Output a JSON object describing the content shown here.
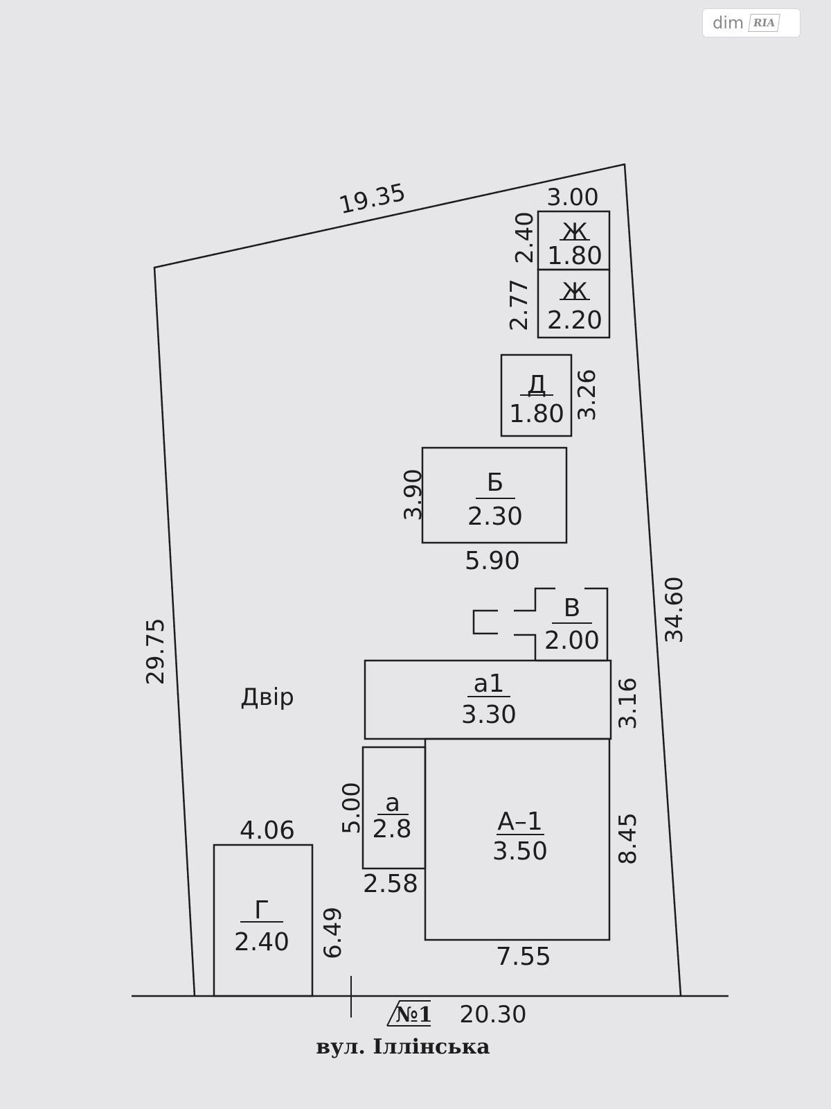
{
  "watermark": {
    "brand": "dim",
    "badge": "RIA"
  },
  "plot": {
    "yard_label": "Двір",
    "dimensions": {
      "top": "19.35",
      "left": "29.75",
      "right": "34.60",
      "bottom": "20.30"
    }
  },
  "buildings": {
    "zh1": {
      "letter": "Ж",
      "height": "1.80",
      "width": "3.00",
      "depth": "2.40"
    },
    "zh2": {
      "letter": "Ж",
      "height": "2.20",
      "depth": "2.77"
    },
    "d": {
      "letter": "Д",
      "height": "1.80",
      "depth": "3.26"
    },
    "b": {
      "letter": "Б",
      "height": "2.30",
      "width": "5.90",
      "depth": "3.90"
    },
    "v": {
      "letter": "В",
      "height": "2.00"
    },
    "a1": {
      "letter": "а1",
      "height": "3.30",
      "depth": "3.16"
    },
    "a": {
      "letter": "а",
      "height": "2.8",
      "width": "2.58",
      "depth": "5.00"
    },
    "A1": {
      "letter": "А–1",
      "height": "3.50",
      "width": "7.55",
      "depth": "8.45"
    },
    "g": {
      "letter": "Г",
      "height": "2.40",
      "width": "4.06",
      "depth": "6.49"
    }
  },
  "street": {
    "number": "№1",
    "name": "вул. Іллінська"
  }
}
